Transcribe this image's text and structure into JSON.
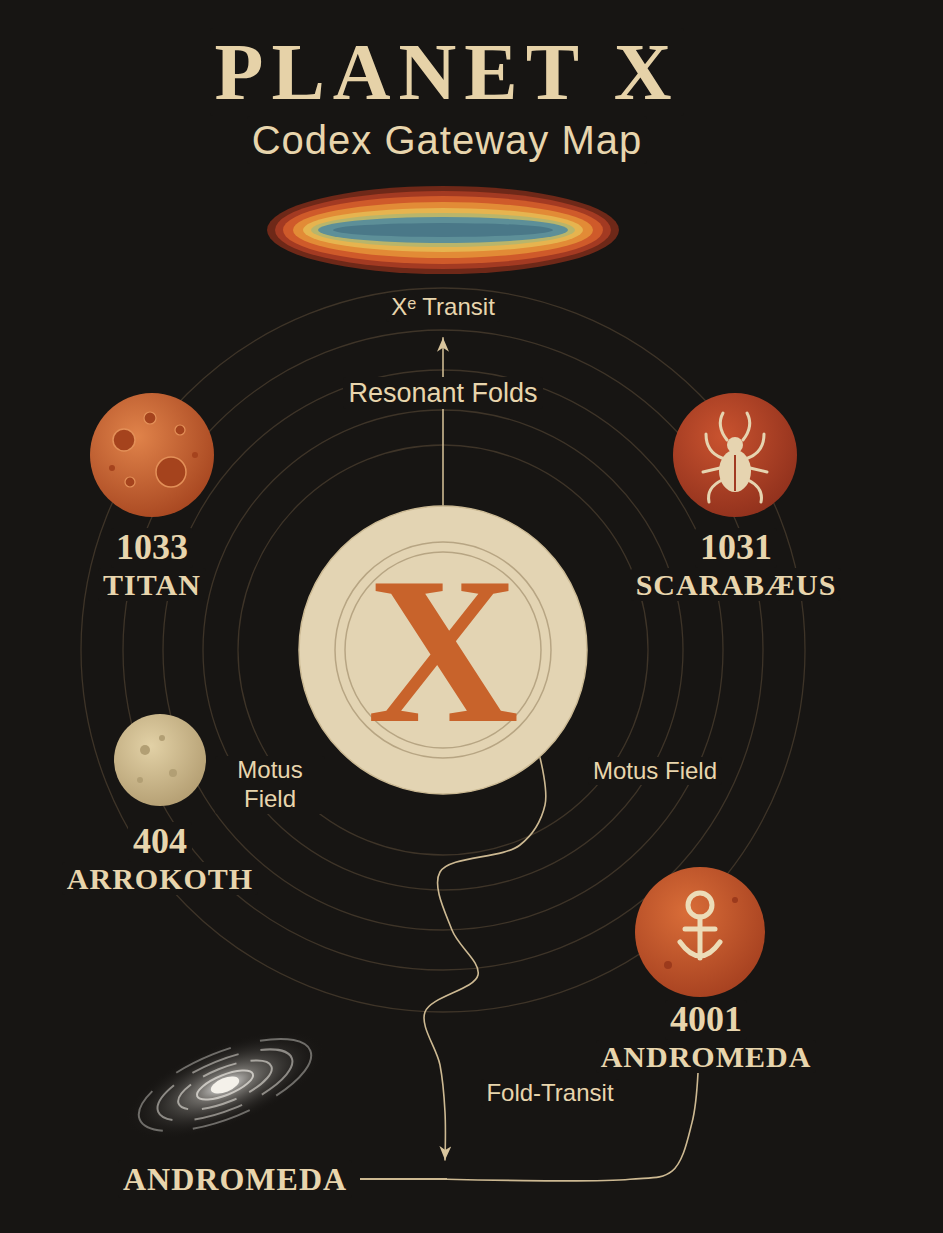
{
  "diagram": {
    "title": "PLANET X",
    "nodes": [
      {
        "text": [
          "Xᵉ Transit"
        ]
      },
      {
        "text": [
          "1033",
          "TITAN"
        ]
      },
      {
        "text": [
          "1031",
          "SCARABÆUS"
        ]
      },
      {
        "text": [
          "X"
        ]
      },
      {
        "text": [
          "404",
          "ARROKOTH"
        ]
      },
      {
        "text": [
          "4001",
          "ANDROMEDA"
        ]
      },
      {
        "text": [
          "ANDROMEDA"
        ]
      }
    ],
    "edges": [
      {
        "from": 3,
        "to": 0,
        "arrow": "to",
        "label": "Resonant Folds"
      },
      {
        "from": 3,
        "to": 6,
        "arrow": "to",
        "label": "Fold-Transit"
      },
      {
        "from": 5,
        "to": 6,
        "arrow": "none"
      }
    ],
    "labels": [
      "Codex Gateway Map",
      "Motus Field",
      "Motus Field"
    ]
  }
}
